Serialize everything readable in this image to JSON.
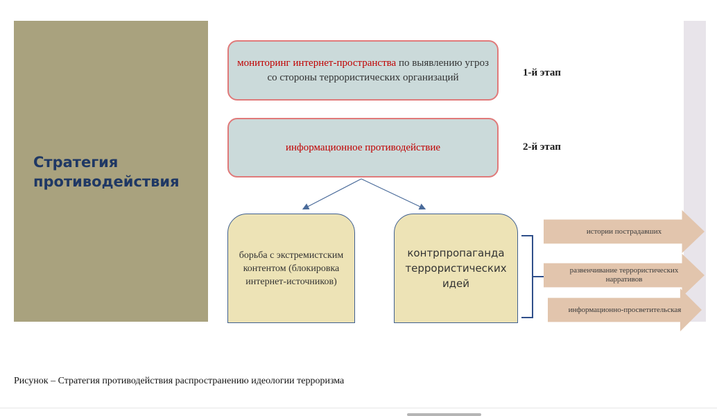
{
  "diagram": {
    "title": "Стратегия\nпротиводействия",
    "stages": [
      {
        "highlight": "мониторинг интернет-пространства",
        "text": " по выявлению угроз со стороны террористических организаций",
        "label": "1-й этап"
      },
      {
        "highlight": "информационное противодействие",
        "text": "",
        "label": "2-й этап"
      }
    ],
    "branches": [
      "борьба с экстремистским контентом (блокировка интернет-источников)",
      "контрпропаганда террористических идей"
    ],
    "sub_items": [
      "истории пострадавших",
      "развенчивание террористических нарративов",
      "информационно-просветительская"
    ],
    "colors": {
      "left_panel": "#a9a27e",
      "title": "#1f3864",
      "stage_fill": "#cbdada",
      "stage_border": "#e07a7a",
      "highlight": "#c00000",
      "branch_fill": "#ede3b6",
      "branch_border": "#3f5f8f",
      "arrow_fill": "#e2c5ad"
    }
  },
  "caption": "Рисунок – Стратегия противодействия распространению идеологии терроризма"
}
